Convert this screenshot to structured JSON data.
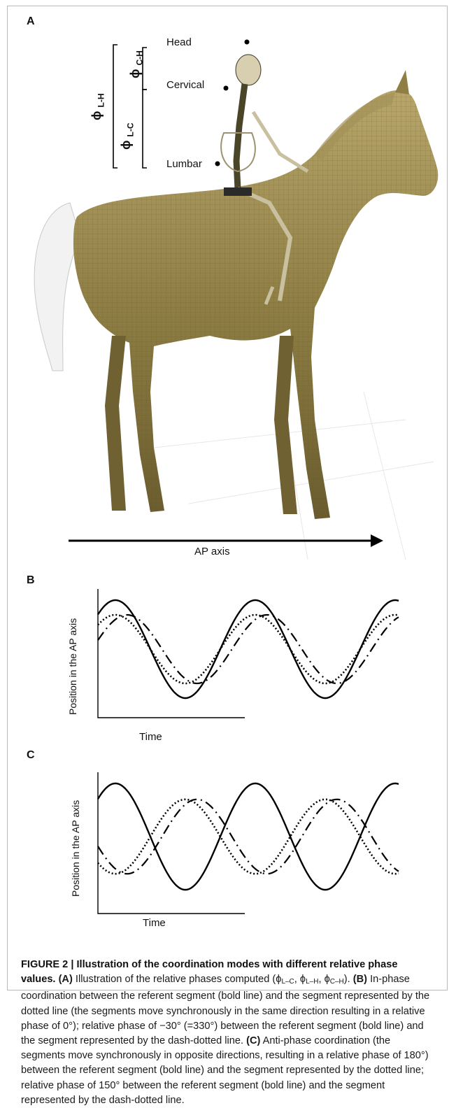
{
  "panels": {
    "a": {
      "letter": "A",
      "segments": {
        "head": "Head",
        "cervical": "Cervical",
        "lumbar": "Lumbar"
      },
      "phi": {
        "symbol": "ϕ",
        "ch": "C-H",
        "lc": "L-C",
        "lh": "L-H"
      },
      "axis_label": "AP axis"
    },
    "b": {
      "letter": "B",
      "ylabel": "Position in the AP axis",
      "xlabel": "Time",
      "curves": [
        {
          "style": "bold line",
          "phase_deg": 0,
          "amplitude": 1.0
        },
        {
          "style": "dotted line",
          "phase_deg": 0,
          "amplitude": 0.7
        },
        {
          "style": "dash-dotted line",
          "phase_deg": -30,
          "amplitude": 0.7
        }
      ]
    },
    "c": {
      "letter": "C",
      "ylabel": "Position in the AP axis",
      "xlabel": "Time",
      "curves": [
        {
          "style": "bold line",
          "phase_deg": 0,
          "amplitude": 1.0
        },
        {
          "style": "dotted line",
          "phase_deg": 180,
          "amplitude": 0.7
        },
        {
          "style": "dash-dotted line",
          "phase_deg": 150,
          "amplitude": 0.7
        }
      ]
    }
  },
  "caption": {
    "title": "FIGURE 2 | Illustration of the coordination modes with different relative phase values.",
    "a_tag": "(A)",
    "a_text": "Illustration of the relative phases computed (",
    "phi": "ϕ",
    "sub_lc": "L–C",
    "sub_lh": "L–H",
    "sub_ch": "C–H",
    "sep": ", ",
    "a_close": ").",
    "b_tag": "(B)",
    "b_text": "In-phase coordination between the referent segment (bold line) and the segment represented by the dotted line (the segments move synchronously in the same direction resulting in a relative phase of 0°); relative phase of −30° (=330°) between the referent segment (bold line) and the segment represented by the dash-dotted line.",
    "c_tag": "(C)",
    "c_text": "Anti-phase coordination (the segments move synchronously in opposite directions, resulting in a relative phase of 180°) between the referent segment (bold line) and the segment represented by the dotted line; relative phase of 150° between the referent segment (bold line) and the segment represented by the dash-dotted line."
  }
}
